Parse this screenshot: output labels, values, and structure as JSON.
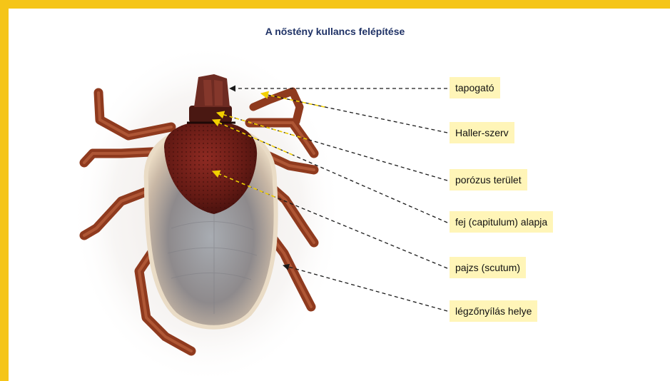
{
  "title": "A nőstény kullancs felépítése",
  "colors": {
    "frame": "#f5c518",
    "title": "#1f3266",
    "label_bg": "#fff5b8",
    "leader_black": "#1a1a1a",
    "leader_yellow": "#f2d000"
  },
  "labels": [
    {
      "id": "tapogato",
      "text": "tapogató"
    },
    {
      "id": "haller",
      "text": "Haller-szerv"
    },
    {
      "id": "porozus",
      "text": "porózus terület"
    },
    {
      "id": "capitulum",
      "text": "fej (capitulum) alapja"
    },
    {
      "id": "scutum",
      "text": "pajzs (scutum)"
    },
    {
      "id": "legzo",
      "text": "légzőnyílás helye"
    }
  ]
}
